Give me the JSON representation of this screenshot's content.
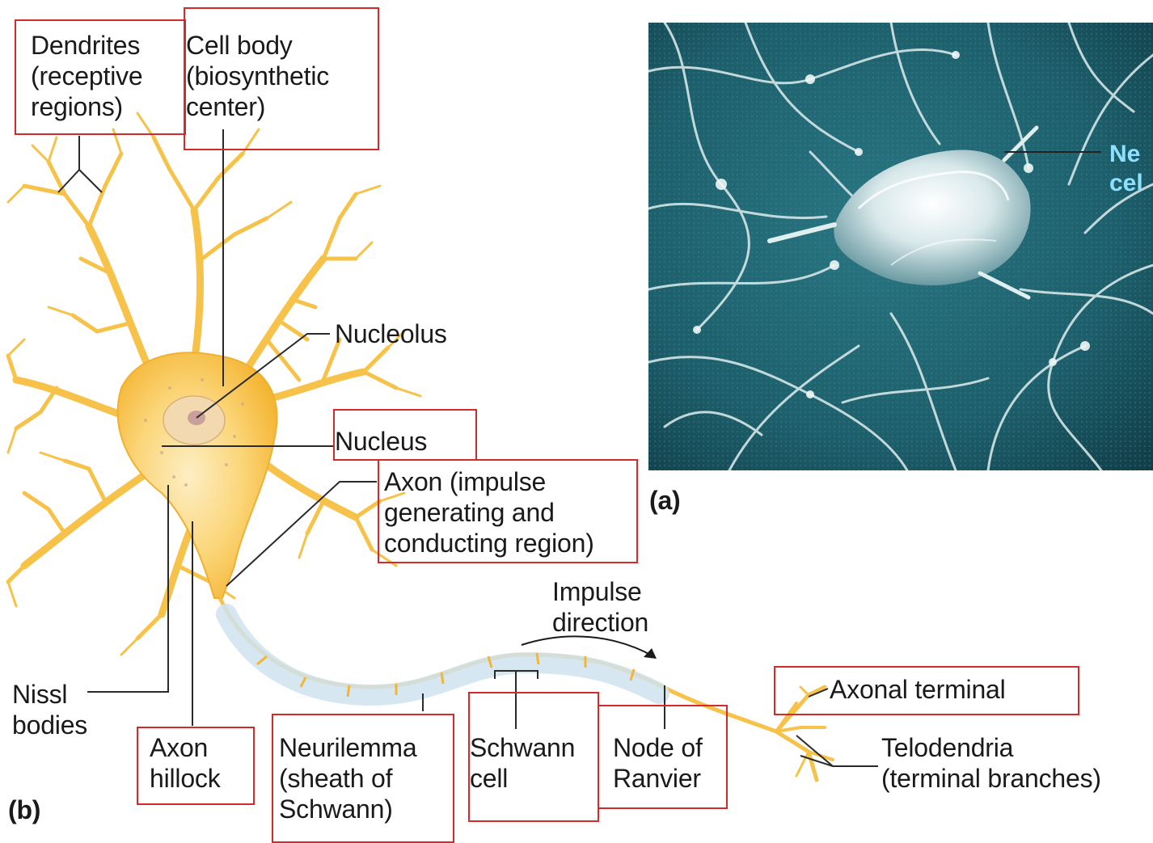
{
  "labels": {
    "dendrites": "Dendrites\n(receptive\nregions)",
    "cell_body": "Cell body\n(biosynthetic\ncenter)",
    "nucleolus": "Nucleolus",
    "nucleus": "Nucleus",
    "axon": "Axon (impulse\ngenerating and\nconducting region)",
    "impulse_direction": "Impulse\ndirection",
    "nissl_bodies": "Nissl\nbodies",
    "axon_hillock": "Axon\nhillock",
    "neurilemma": "Neurilemma\n(sheath of\nSchwann)",
    "schwann_cell": "Schwann\ncell",
    "node_of_ranvier": "Node of\nRanvier",
    "axonal_terminal": "Axonal terminal",
    "telodendria": "Telodendria\n(terminal branches)",
    "panel_a": "(a)",
    "panel_b": "(b)",
    "photo_label": "Ne\ncel"
  },
  "colors": {
    "highlight_box": "#d42a2a",
    "neuron_fill": "#f7c24a",
    "neuron_light": "#fde6a0",
    "myelin": "#cfe3ef",
    "photo_bg": "#1c5f6c"
  }
}
